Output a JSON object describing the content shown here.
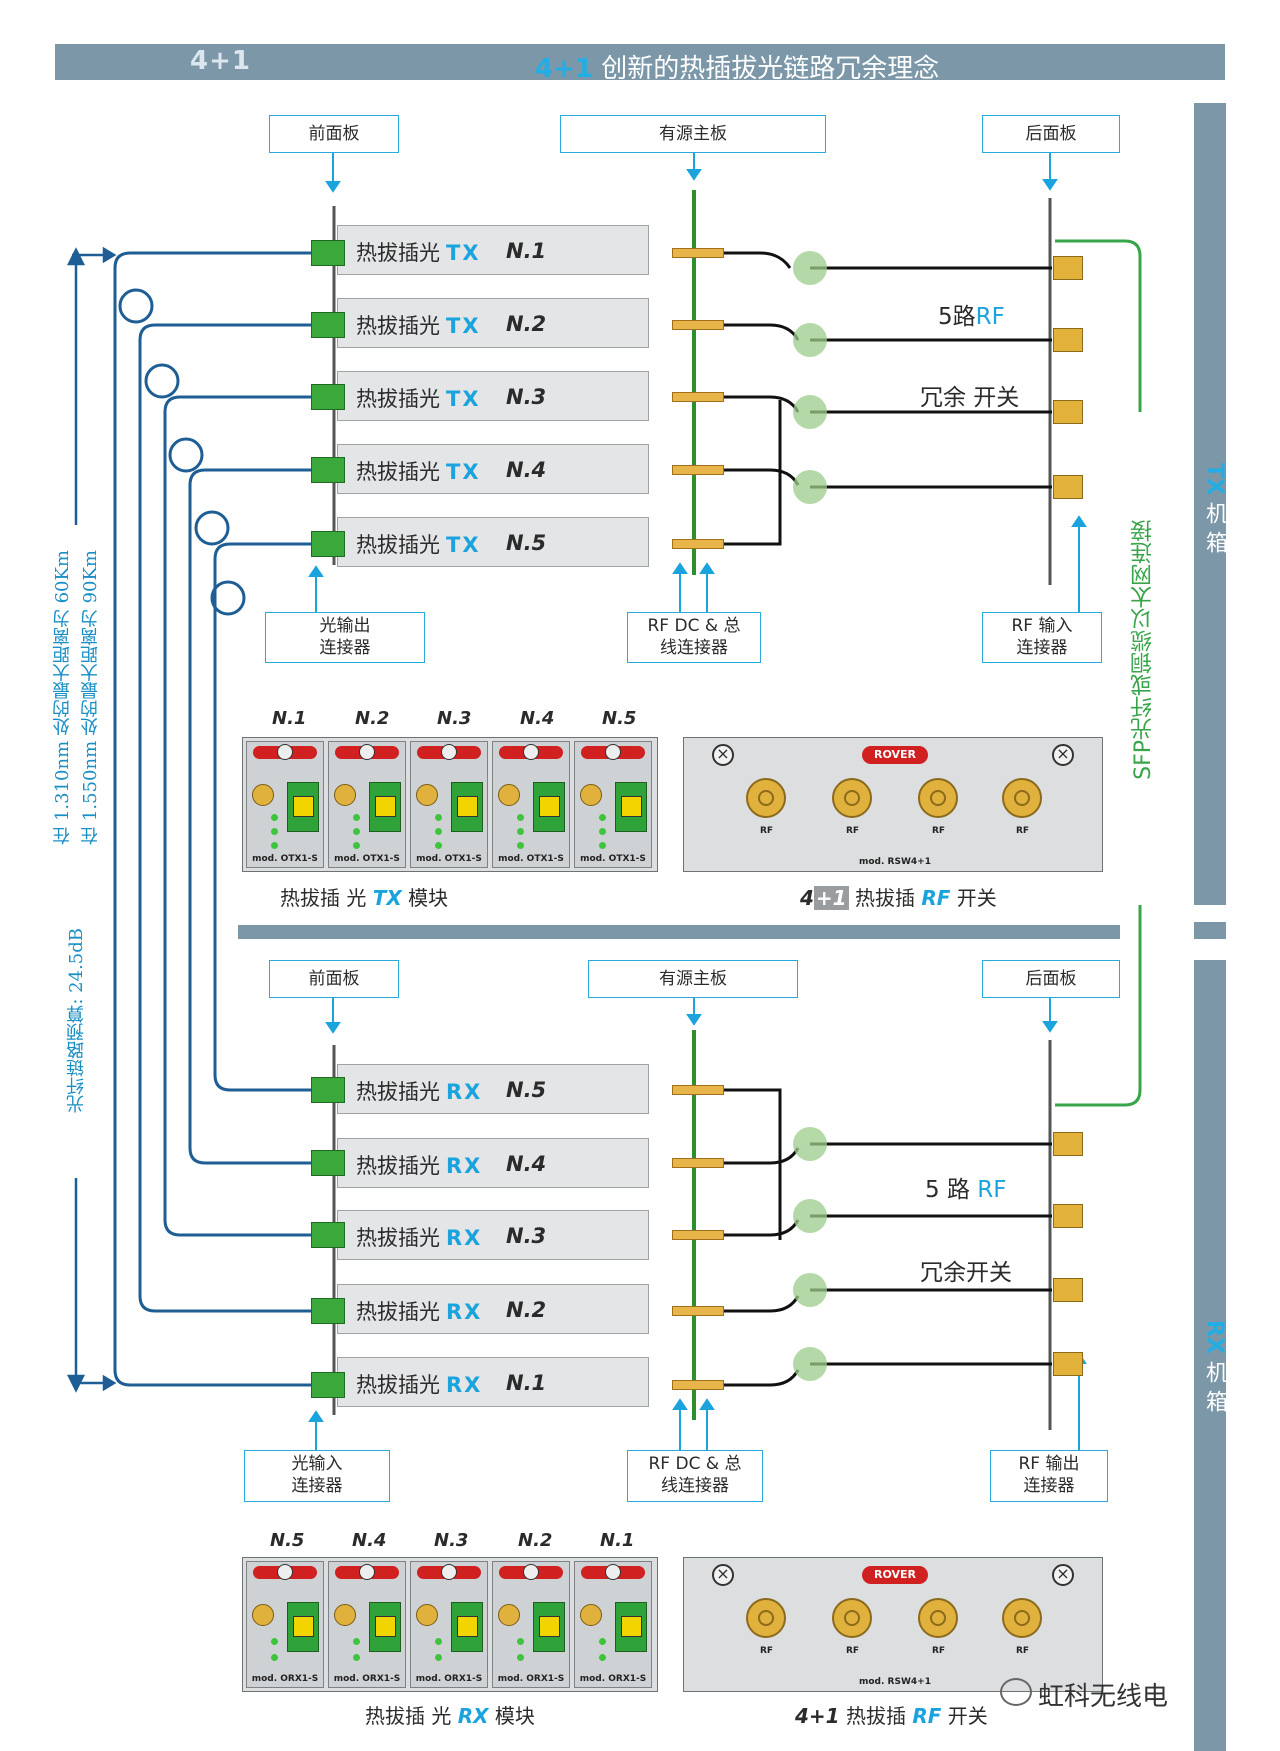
{
  "header": {
    "brand": "4+1",
    "title_highlight": "4+1",
    "title_text": " 创新的热插拔光链路冗余理念"
  },
  "colors": {
    "header_bar": "#7b97a8",
    "accent_blue": "#1aa3dc",
    "fiber_blue": "#1e5e94",
    "backplane_green": "#2f8f2f",
    "note_green": "#39a54a"
  },
  "tx": {
    "chassis_highlight": "TX",
    "chassis_text": " 机 箱",
    "front_panel": "前面板",
    "backplane": "有源主板",
    "rear_panel": "后面板",
    "output_connector_line1": "光输出",
    "output_connector_line2": "连接器",
    "bus_connector_line1": "RF DC & 总",
    "bus_connector_line2": "线连接器",
    "rf_input_line1": "RF  输入",
    "rf_input_line2": "连接器",
    "switch_count_text": "5路",
    "switch_count_rf": "RF",
    "switch_label": "冗余 开关",
    "cards": [
      {
        "label": "热拔插光",
        "tag": "TX",
        "num": "N.1"
      },
      {
        "label": "热拔插光",
        "tag": "TX",
        "num": "N.2"
      },
      {
        "label": "热拔插光",
        "tag": "TX",
        "num": "N.3"
      },
      {
        "label": "热拔插光",
        "tag": "TX",
        "num": "N.4"
      },
      {
        "label": "热拔插光",
        "tag": "TX",
        "num": "N.5"
      }
    ],
    "modules": [
      {
        "num": "N.1",
        "model": "mod. OTX1-S"
      },
      {
        "num": "N.2",
        "model": "mod. OTX1-S"
      },
      {
        "num": "N.3",
        "model": "mod. OTX1-S"
      },
      {
        "num": "N.4",
        "model": "mod. OTX1-S"
      },
      {
        "num": "N.5",
        "model": "mod. OTX1-S"
      }
    ],
    "module_caption_a": "热拔插  光 ",
    "module_caption_hl": "TX",
    "module_caption_b": " 模块",
    "rf_panel": {
      "brand": "ROVER",
      "port_label": "RF",
      "model": "mod. RSW4+1",
      "caption_a": "4",
      "caption_gray": "+1",
      "caption_b": " 热拔插 ",
      "caption_hl": "RF",
      "caption_c": "  开关"
    }
  },
  "rx": {
    "chassis_highlight": "RX",
    "chassis_text": " 机 箱",
    "front_panel": "前面板",
    "backplane": "有源主板",
    "rear_panel": "后面板",
    "input_connector_line1": "光输入",
    "input_connector_line2": "连接器",
    "bus_connector_line1": "RF DC & 总",
    "bus_connector_line2": "线连接器",
    "rf_output_line1": "RF  输出",
    "rf_output_line2": "连接器",
    "switch_count_text": "5 路  ",
    "switch_count_rf": "RF",
    "switch_label": "冗余开关",
    "cards": [
      {
        "label": "热拔插光",
        "tag": "RX",
        "num": "N.5"
      },
      {
        "label": "热拔插光",
        "tag": "RX",
        "num": "N.4"
      },
      {
        "label": "热拔插光",
        "tag": "RX",
        "num": "N.3"
      },
      {
        "label": "热拔插光",
        "tag": "RX",
        "num": "N.2"
      },
      {
        "label": "热拔插光",
        "tag": "RX",
        "num": "N.1"
      }
    ],
    "modules": [
      {
        "num": "N.5",
        "model": "mod. ORX1-S"
      },
      {
        "num": "N.4",
        "model": "mod. ORX1-S"
      },
      {
        "num": "N.3",
        "model": "mod. ORX1-S"
      },
      {
        "num": "N.2",
        "model": "mod. ORX1-S"
      },
      {
        "num": "N.1",
        "model": "mod. ORX1-S"
      }
    ],
    "module_caption_a": "热拔插  光 ",
    "module_caption_hl": "RX",
    "module_caption_b": " 模块",
    "rf_panel": {
      "brand": "ROVER",
      "port_label": "RF",
      "model": "mod. RSW4+1",
      "caption_a": "4+1",
      "caption_b": " 热拔插 ",
      "caption_hl": "RF",
      "caption_c": "  开关"
    }
  },
  "notes": {
    "distance_1310": "在 1.310nm  处的最大距离为  60Km",
    "distance_1550": "在 1.550nm  处的最大距离为  90Km",
    "fiber_budget": "光纤链路预算:  24.5dB",
    "sfp_link": "SFP光纤或铜缆以太网连接"
  },
  "watermark": "虹科无线电"
}
